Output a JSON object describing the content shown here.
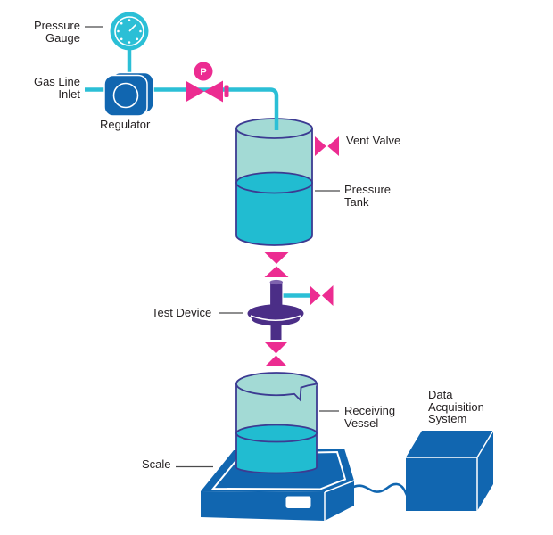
{
  "labels": {
    "pressure_gauge": "Pressure\nGauge",
    "gas_line_inlet": "Gas Line\nInlet",
    "regulator": "Regulator",
    "p_valve": "P",
    "vent_valve": "Vent Valve",
    "pressure_tank": "Pressure\nTank",
    "test_device": "Test Device",
    "receiving_vessel": "Receiving\nVessel",
    "scale": "Scale",
    "data_acquisition_system": "Data\nAcquisition\nSystem"
  },
  "icons": {
    "pressure_gauge": "gauge-dial-icon",
    "regulator": "regulator-box-icon",
    "p_valve": "pressure-valve-icon",
    "vent_valve": "bowtie-valve-icon",
    "tank_valves": "bowtie-valve-icon",
    "test_device": "filter-disc-icon",
    "scale": "weighing-platform-icon",
    "daq": "cube-icon"
  },
  "colors": {
    "background": "#FFFFFF",
    "pipe_teal": "#2BBFD6",
    "device_blue": "#1166B0",
    "valve_pink": "#EC2C91",
    "test_device_purple": "#4B2E87",
    "vessel_outline_navy": "#3C3B92",
    "vessel_light": "#A3DAD5",
    "liquid_cyan": "#21BCD1",
    "label_text": "#231F20",
    "pointer_line": "#4A4A4C"
  }
}
